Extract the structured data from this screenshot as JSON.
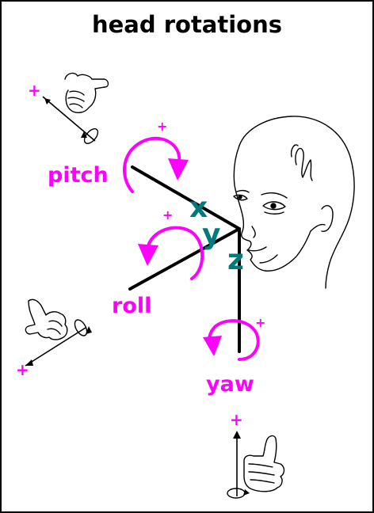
{
  "title": "head rotations",
  "rotations": {
    "pitch": {
      "label": "pitch",
      "axis": "x",
      "sign": "+"
    },
    "roll": {
      "label": "roll",
      "axis": "y",
      "sign": "+"
    },
    "yaw": {
      "label": "yaw",
      "axis": "z",
      "sign": "+"
    }
  },
  "hand_signs": {
    "pitch": "+",
    "roll": "+",
    "yaw": "+"
  },
  "colors": {
    "rotation": "#ff00ff",
    "axis_label": "#007a7a",
    "line": "#000000"
  }
}
